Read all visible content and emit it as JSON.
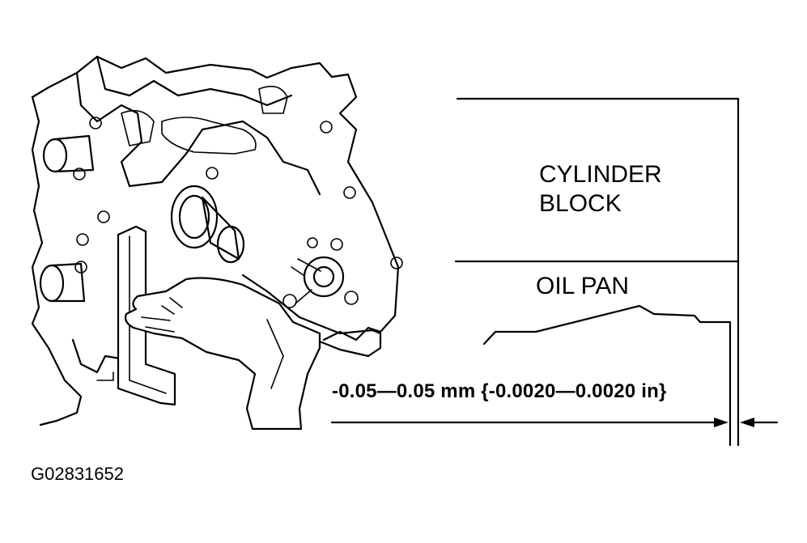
{
  "labels": {
    "cylinder_block_line1": "CYLINDER",
    "cylinder_block_line2": "BLOCK",
    "oil_pan": "OIL PAN",
    "clearance_spec": "-0.05—0.05 mm {-0.0020—0.0020 in}",
    "figure_id": "G02831652"
  },
  "icons": {
    "engine": "engine-block-illustration-icon",
    "hand": "hand-holding-square-icon",
    "square": "machinist-square-icon",
    "arrows": "dimension-arrows-icon"
  }
}
